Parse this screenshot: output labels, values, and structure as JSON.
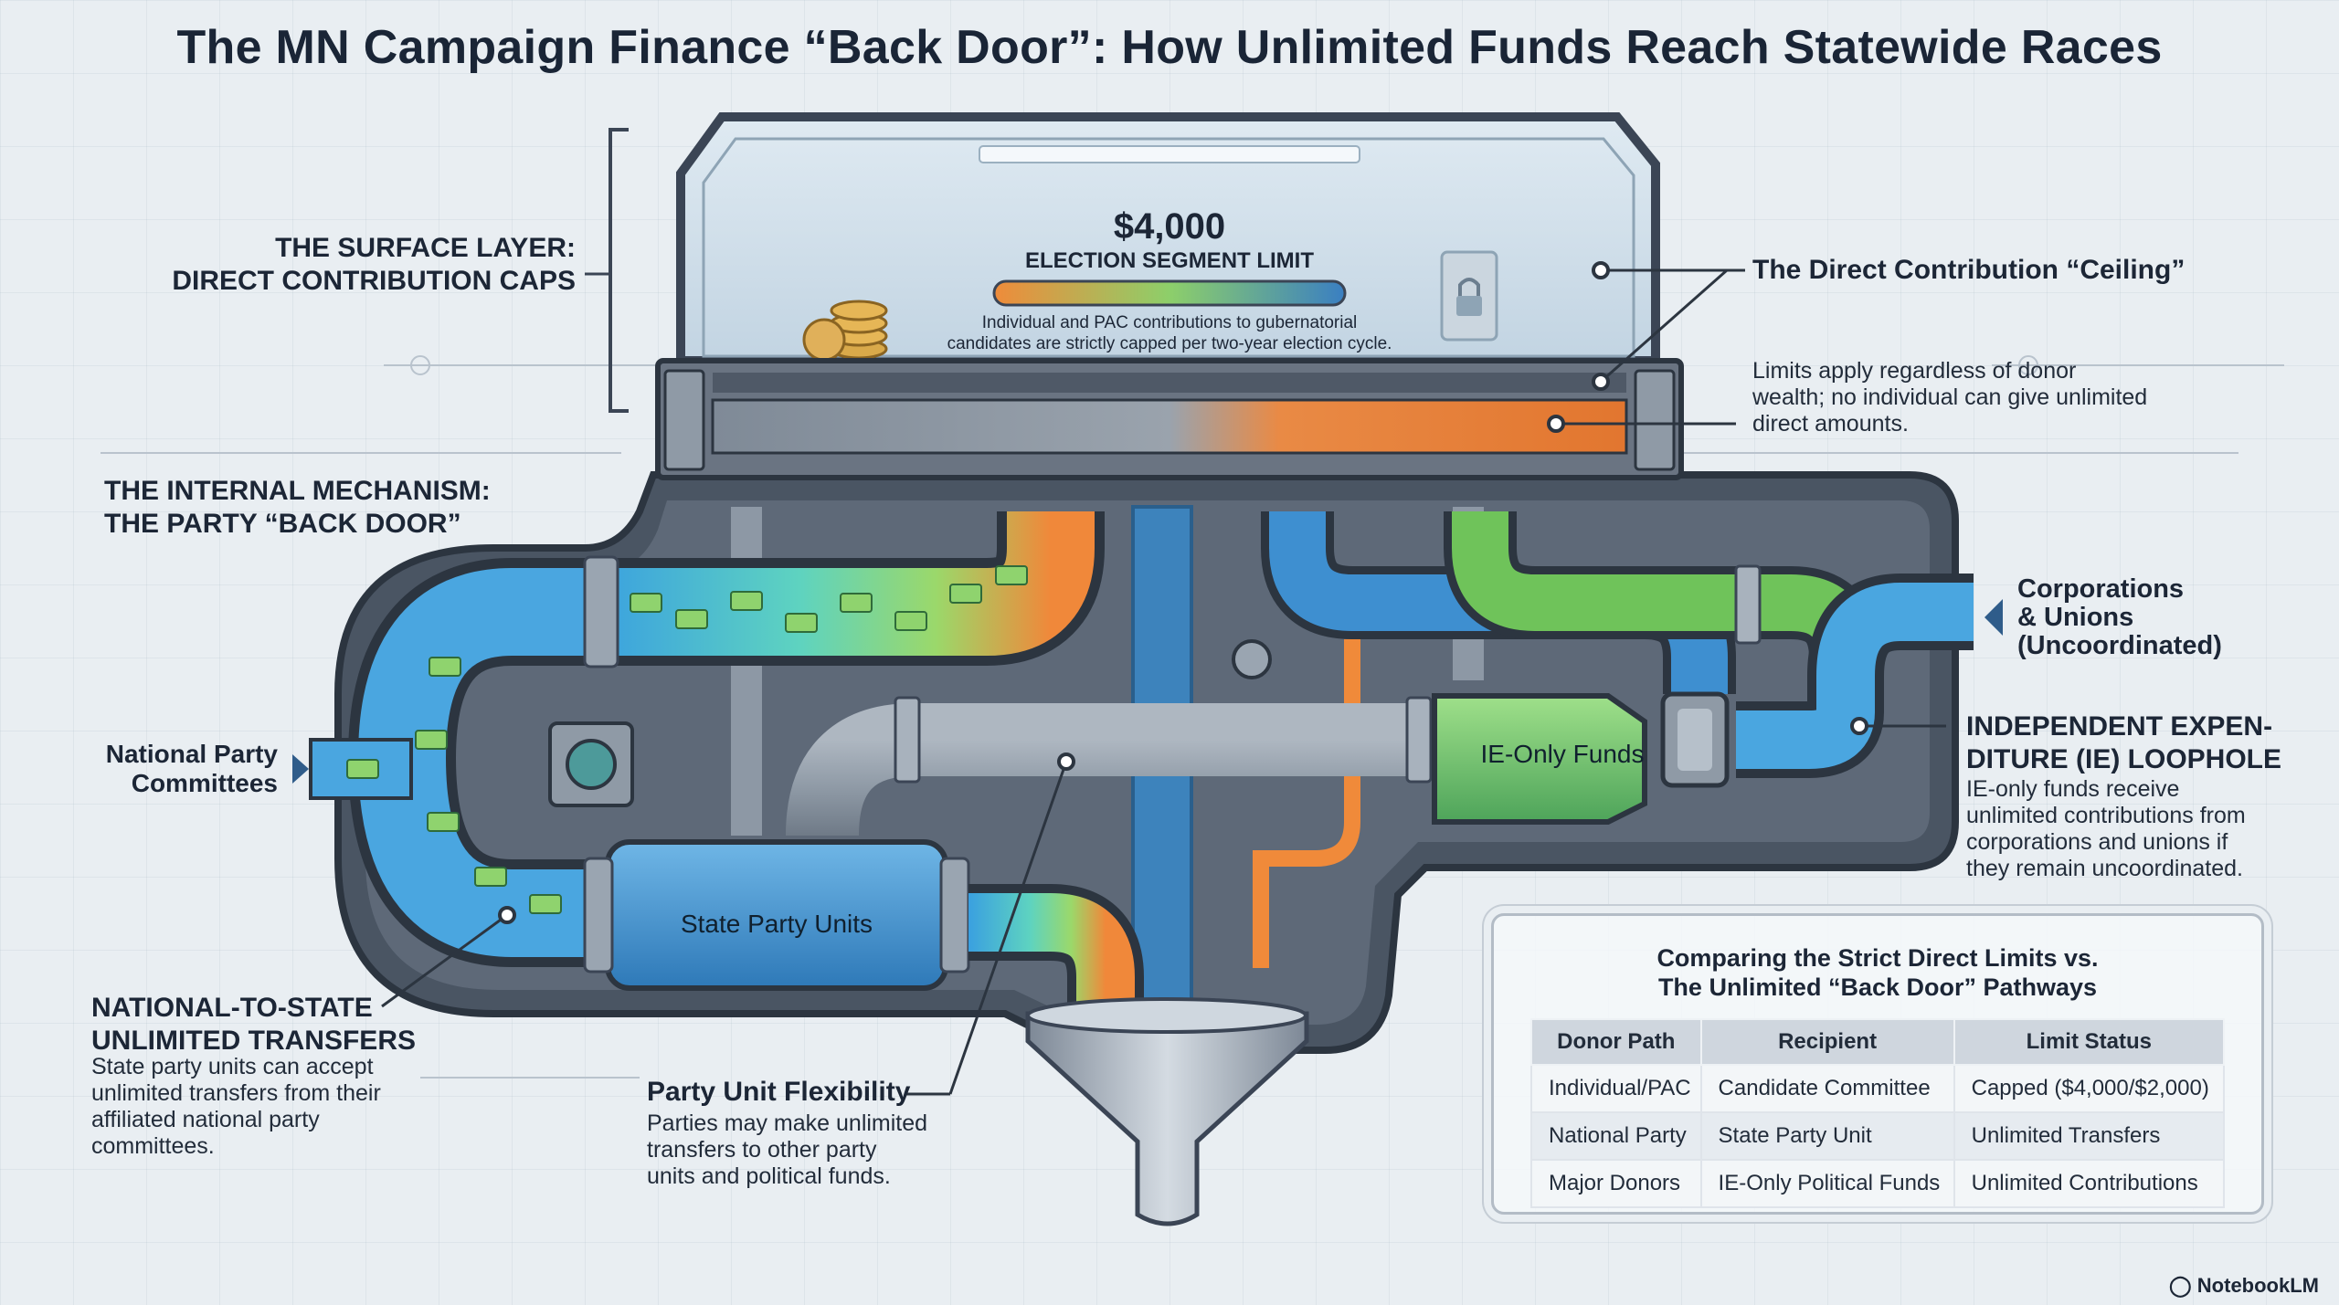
{
  "title": "The MN Campaign Finance “Back Door”: How Unlimited Funds Reach Statewide Races",
  "surface_layer": {
    "heading_line1": "THE SURFACE LAYER:",
    "heading_line2": "DIRECT CONTRIBUTION CAPS"
  },
  "vault": {
    "amount": "$4,000",
    "limit_label": "ELECTION SEGMENT LIMIT",
    "note_line1": "Individual and PAC contributions to gubernatorial",
    "note_line2": "candidates are strictly capped per two-year election cycle."
  },
  "ceiling": {
    "heading": "The Direct Contribution “Ceiling”",
    "text_line1": "Limits apply regardless of donor",
    "text_line2": "wealth; no individual can give unlimited",
    "text_line3": "direct amounts."
  },
  "internal": {
    "heading_line1": "THE INTERNAL MECHANISM:",
    "heading_line2": "THE PARTY “BACK DOOR”"
  },
  "national_party": {
    "line1": "National Party",
    "line2": "Committees"
  },
  "corporations": {
    "line1": "Corporations",
    "line2": "& Unions",
    "line3": "(Uncoordinated)"
  },
  "ie_loophole": {
    "heading_line1": "INDEPENDENT EXPEN-",
    "heading_line2": "DITURE (IE) LOOPHOLE",
    "text_line1": "IE-only funds receive",
    "text_line2": "unlimited contributions from",
    "text_line3": "corporations and unions if",
    "text_line4": "they remain uncoordinated."
  },
  "tank_labels": {
    "ie_funds": "IE-Only Funds",
    "state_party": "State Party Units"
  },
  "transfers": {
    "heading_line1": "NATIONAL-TO-STATE",
    "heading_line2": "UNLIMITED TRANSFERS",
    "text_line1": "State party units can accept",
    "text_line2": "unlimited transfers from their",
    "text_line3": "affiliated national party",
    "text_line4": "committees."
  },
  "flexibility": {
    "heading": "Party Unit Flexibility",
    "text_line1": "Parties may make unlimited",
    "text_line2": "transfers to other party",
    "text_line3": "units and political funds."
  },
  "comparison": {
    "title_line1": "Comparing the Strict Direct Limits vs.",
    "title_line2": "The Unlimited “Back Door” Pathways",
    "headers": [
      "Donor Path",
      "Recipient",
      "Limit Status"
    ],
    "rows": [
      [
        "Individual/PAC",
        "Candidate Committee",
        "Capped ($4,000/$2,000)"
      ],
      [
        "National Party",
        "State Party Unit",
        "Unlimited Transfers"
      ],
      [
        "Major Donors",
        "IE-Only Political Funds",
        "Unlimited Contributions"
      ]
    ]
  },
  "branding": "NotebookLM",
  "colors": {
    "orange_pipe": "#f08a3a",
    "green_pipe": "#6fc35a",
    "blue_pipe": "#3a8fd0",
    "steel": "#8c98a6",
    "dark_frame": "#3c4654"
  }
}
